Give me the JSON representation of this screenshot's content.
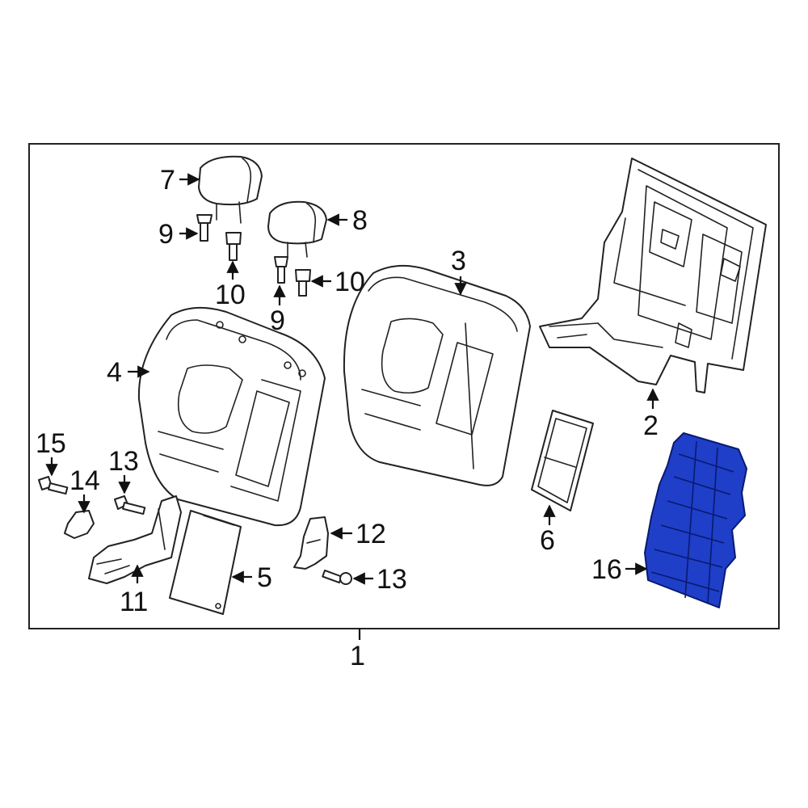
{
  "labels": {
    "l1": "1",
    "l2": "2",
    "l3": "3",
    "l4": "4",
    "l5": "5",
    "l6": "6",
    "l7": "7",
    "l8": "8",
    "l9a": "9",
    "l9b": "9",
    "l10a": "10",
    "l10b": "10",
    "l11": "11",
    "l12": "12",
    "l13a": "13",
    "l13b": "13",
    "l14": "14",
    "l15": "15",
    "l16": "16"
  },
  "colors": {
    "highlight": "#1f3fc9",
    "line": "#222222",
    "background": "#ffffff"
  }
}
